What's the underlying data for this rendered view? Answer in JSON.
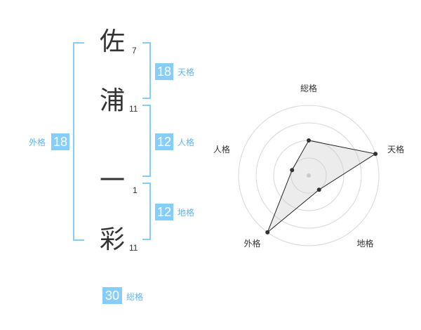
{
  "name": {
    "chars": [
      {
        "char": "佐",
        "strokes": "7"
      },
      {
        "char": "浦",
        "strokes": "11"
      },
      {
        "char": "一",
        "strokes": "1"
      },
      {
        "char": "彩",
        "strokes": "11"
      }
    ]
  },
  "kaku": {
    "tenkaku": {
      "value": "18",
      "label": "天格"
    },
    "jinkaku": {
      "value": "12",
      "label": "人格"
    },
    "chikaku": {
      "value": "12",
      "label": "地格"
    },
    "gaikaku": {
      "value": "18",
      "label": "外格"
    },
    "soukaku": {
      "value": "30",
      "label": "総格"
    }
  },
  "colors": {
    "accent": "#87cdfa",
    "accent_text": "#5fb5ea",
    "text": "#333333"
  },
  "chart_data": {
    "type": "radar",
    "axes": [
      "総格",
      "天格",
      "地格",
      "外格",
      "人格"
    ],
    "rings": 4,
    "values": [
      2,
      4,
      1,
      4,
      1
    ],
    "max": 4
  }
}
